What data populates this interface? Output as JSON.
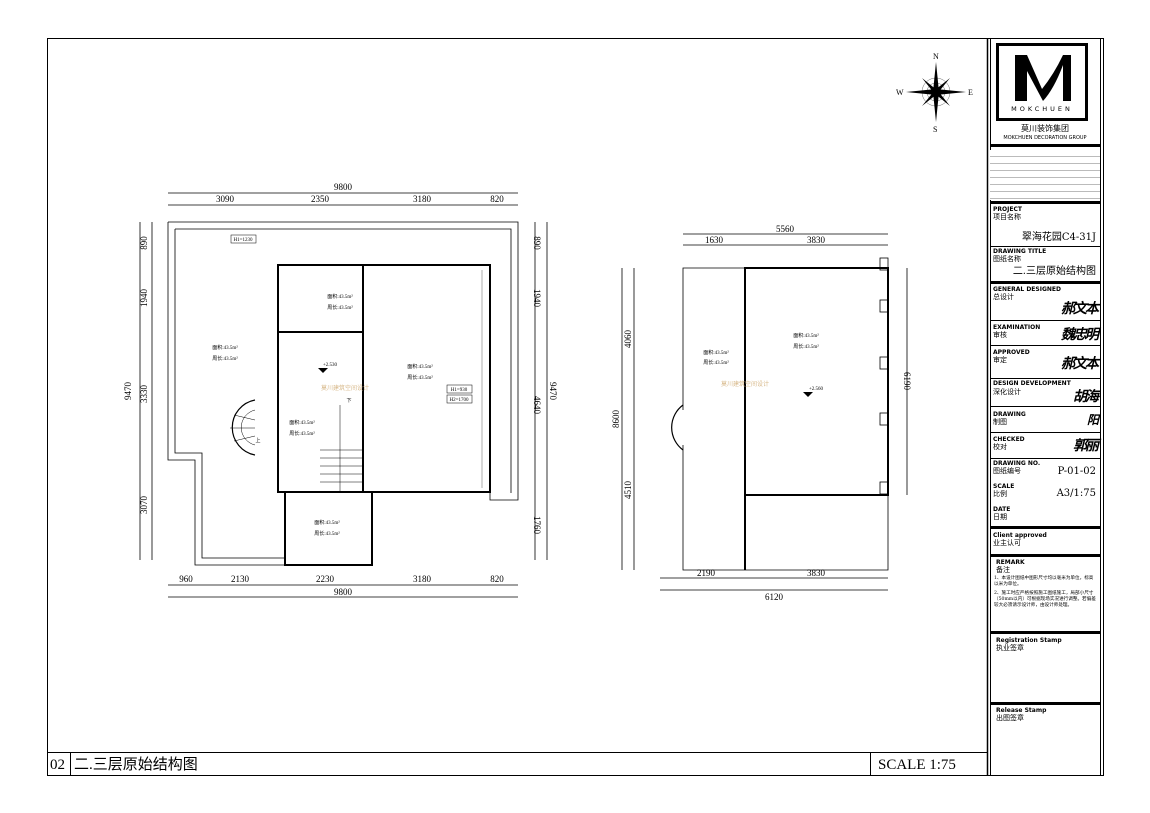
{
  "sheet": {
    "number": "02",
    "title": "二.三层原始结构图",
    "scale_label": "SCALE 1:75"
  },
  "compass": {
    "n": "N",
    "s": "S",
    "e": "E",
    "w": "W"
  },
  "logo": {
    "brand": "MOKCHUEN",
    "company_cn": "莫川装饰集团",
    "company_en": "MOKCHUEN DECORATION GROUP"
  },
  "watermark": "莫川建筑空间设计",
  "title_block": {
    "project_en": "PROJECT",
    "project_cn": "项目名称",
    "project_value": "翠海花园C4-31J",
    "drawing_title_en": "DRAWING TITLE",
    "drawing_title_cn": "图纸名称",
    "drawing_title_value": "二.三层原始结构图",
    "general_en": "GENERAL  DESIGNED",
    "general_cn": "总设计",
    "general_sig": "郝文本",
    "exam_en": "EXAMINATION",
    "exam_cn": "审核",
    "exam_sig": "魏忠明",
    "approved_en": "APPROVED",
    "approved_cn": "审定",
    "approved_sig": "郝文本",
    "devel_en": "DESIGN DEVELOPMENT",
    "devel_cn": "深化设计",
    "devel_sig": "胡海",
    "drawing_en": "DRAWING",
    "drawing_cn": "制图",
    "drawing_sig": "阳",
    "checked_en": "CHECKED",
    "checked_cn": "校对",
    "checked_sig": "郭丽",
    "drawing_no_en": "DRAWING NO.",
    "drawing_no_cn": "图纸编号",
    "drawing_no_value": "P-01-02",
    "scale_en": "SCALE",
    "scale_cn": "比例",
    "scale_value": "A3/1:75",
    "date_en": "DATE",
    "date_cn": "日期",
    "client_en": "Client approved",
    "client_cn": "业主认可",
    "remark_en": "REMARK",
    "remark_cn": "备注",
    "remarks": [
      "1、本设计图纸中图形尺寸均以毫米为单位，标高以米为单位。",
      "2、施工时应严格按照施工图纸施工，局部小尺寸（50mm以内）可根据现场实况进行调整。若偏差较大必须请示设计师，由设计师处理。"
    ],
    "registration_en": "Registration Stamp",
    "registration_cn": "执业签章",
    "release_en": "Release Stamp",
    "release_cn": "出图签章"
  },
  "plan_left": {
    "dims_top_total": "9800",
    "dims_top": [
      "3090",
      "2350",
      "3180",
      "820"
    ],
    "dims_bottom": [
      "960",
      "2130",
      "2230",
      "3180",
      "820"
    ],
    "dims_bottom_total": "9800",
    "dims_left": [
      "890",
      "1940",
      "3330",
      "3070"
    ],
    "dims_left_total": "9470",
    "dims_right": [
      "890",
      "1940",
      "4640",
      "1760"
    ],
    "dims_right_total": "9470",
    "window_tags": [
      "H1=1230",
      "H1=930",
      "H2=1700"
    ],
    "elevation": "+2.530",
    "stair_down": "下",
    "stair_up": "上",
    "area_label": "面积:43.5m²",
    "perimeter_label": "周长:43.5m²"
  },
  "plan_right": {
    "dims_top_total": "5560",
    "dims_top": [
      "1630",
      "3830"
    ],
    "dims_bottom": [
      "2190",
      "3830"
    ],
    "dims_bottom_total": "6120",
    "dims_left": [
      "4060",
      "4510"
    ],
    "dims_left_total": "8600",
    "dims_right": [
      "6190"
    ],
    "elevation": "+2.560",
    "area_label": "面积:43.5m²",
    "perimeter_label": "周长:43.5m²"
  }
}
